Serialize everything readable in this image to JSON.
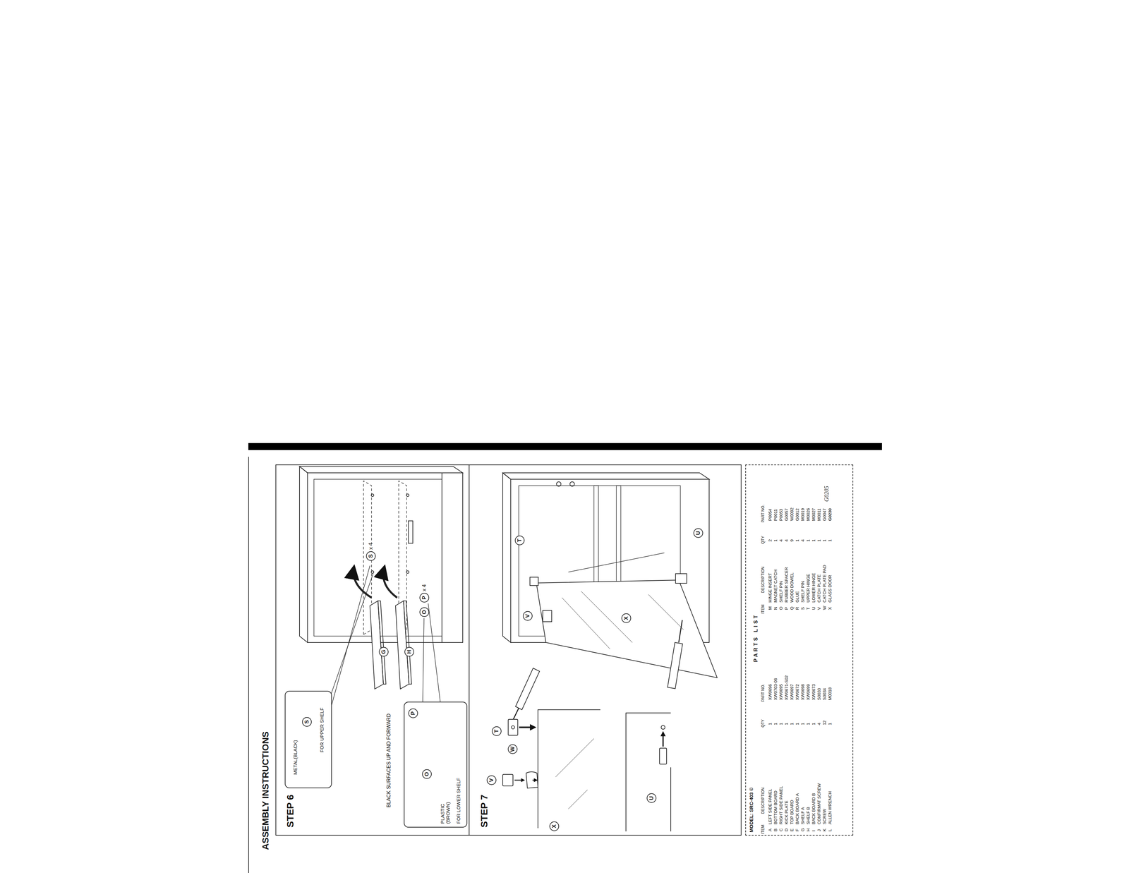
{
  "diagram": {
    "title": "ASSEMBLY INSTRUCTIONS",
    "nodes": [
      {
        "text": [
          "STEP 6"
        ]
      },
      {
        "text": [
          "S",
          "METAL(BLACK)",
          "FOR UPPER SHELF"
        ],
        "in": 0
      },
      {
        "text": [
          "O",
          "P",
          "PLASTIC (BROWN)",
          "FOR LOWER SHELF"
        ],
        "in": 0
      },
      {
        "text": [
          "STEP 7"
        ]
      },
      {
        "text": [
          "MODEL: SRC-403 ©",
          "PARTS LIST"
        ]
      }
    ],
    "labels": [
      "BLACK SURFACES UP AND FORWARD",
      "G",
      "H",
      "S",
      "x 4",
      "O",
      "P",
      "x 4",
      "V",
      "W",
      "T",
      "X",
      "U",
      "T",
      "V",
      "X",
      "U",
      "ITEM",
      "DESCRIPTION",
      "QTY",
      "PART NO.",
      "ITEM",
      "DESCRIPTION",
      "QTY",
      "PART NO.",
      "A",
      "LEFT SIDE PANEL",
      "1",
      "XW0696",
      "B",
      "BOTTOM BOARD",
      "1",
      "XW0703-06",
      "C",
      "RIGHT SIDE PANEL",
      "1",
      "XW0695",
      "D",
      "KICK PLATE",
      "1",
      "XW0671-S02",
      "E",
      "TOP BOARD",
      "1",
      "XW0697",
      "F",
      "BACK BOARD A",
      "1",
      "XW0672",
      "G",
      "SHELF A",
      "1",
      "XW0698",
      "H",
      "SHELF B",
      "1",
      "XW0699",
      "I",
      "BACK BOARD B",
      "1",
      "XW0673",
      "J",
      "CONFIRMAT SCREW",
      "4",
      "S0033",
      "K",
      "SCREW",
      "12",
      "S0034",
      "L",
      "ALLEN WRENCH",
      "1",
      "M0018",
      "M",
      "HINGE INSERT",
      "2",
      "P0054",
      "N",
      "MAGNET CATCH",
      "1",
      "P0011",
      "O",
      "SHELF PIN",
      "4",
      "P0053",
      "P",
      "RUBBER SPACER",
      "4",
      "G0057",
      "Q",
      "WOOD DOWEL",
      "9",
      "W0092",
      "R",
      "GLUE",
      "1",
      "G0012",
      "S",
      "SHELF PIN",
      "4",
      "M0019",
      "T",
      "UPPER HINGE",
      "1",
      "M0026",
      "U",
      "LOWER HINGE",
      "1",
      "M0027",
      "V",
      "CATCH PLATE",
      "1",
      "M0011",
      "W",
      "CATCH PLATE PAD",
      "1",
      "G0047",
      "X",
      "GLASS DOOR",
      "1",
      "G0230",
      "G0205"
    ]
  }
}
